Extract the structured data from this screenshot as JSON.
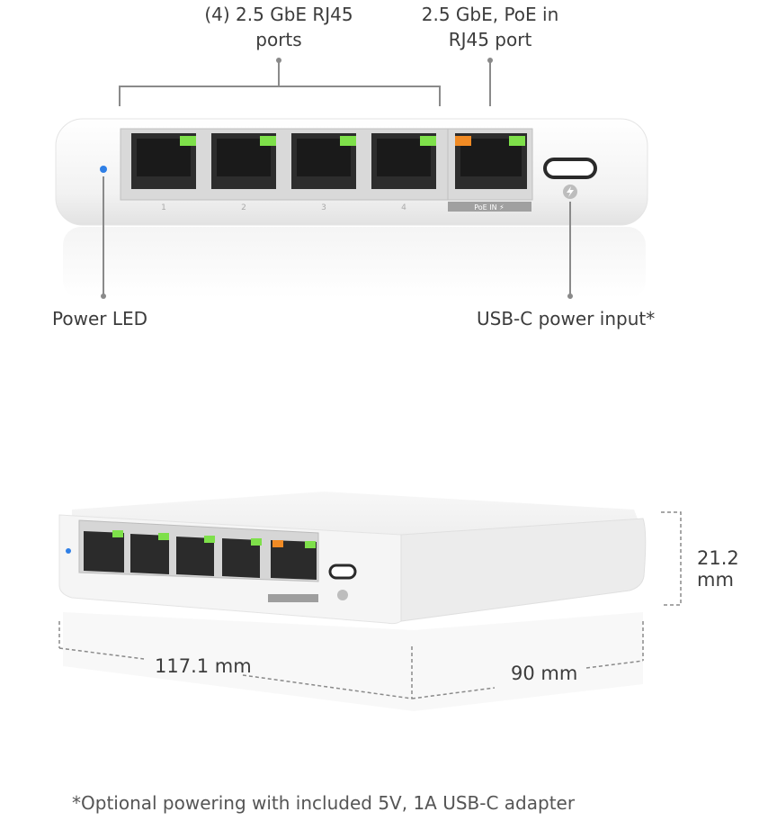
{
  "callouts": {
    "ports_2_5": "(4) 2.5 GbE RJ45\nports",
    "poe_in": "2.5 GbE, PoE in\nRJ45 port",
    "power_led": "Power LED",
    "usbc": "USB-C power input*"
  },
  "device": {
    "port_numbers": [
      "1",
      "2",
      "3",
      "4"
    ],
    "poe_label": "PoE IN ⚡"
  },
  "dimensions": {
    "height": "21.2 mm",
    "width": "117.1 mm",
    "depth": "90 mm"
  },
  "footnote": "*Optional powering with included 5V, 1A USB-C adapter",
  "colors": {
    "led_blue": "#2f7fe6",
    "port_green": "#7ee04a",
    "port_orange": "#f08a24",
    "callout_line": "#8a8a8a"
  }
}
